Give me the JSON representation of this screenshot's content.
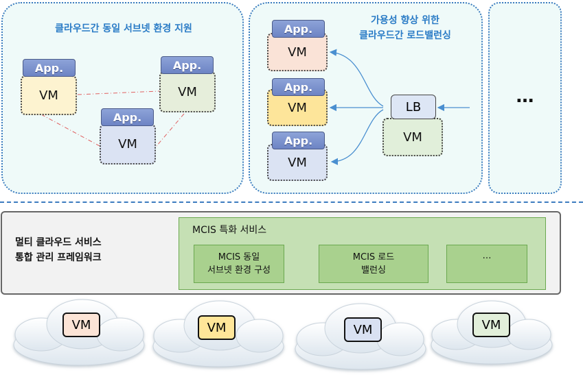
{
  "panel1": {
    "title": "클라우드간 동일 서브넷 환경 지원",
    "vms": [
      {
        "app": "App.",
        "vm": "VM",
        "color": "#fdf3d0"
      },
      {
        "app": "App.",
        "vm": "VM",
        "color": "#e6eedb"
      },
      {
        "app": "App.",
        "vm": "VM",
        "color": "#dbe3f3"
      }
    ]
  },
  "panel2": {
    "title_line1": "가용성 향상 위한",
    "title_line2": "클라우드간 로드밸런싱",
    "vms": [
      {
        "app": "App.",
        "vm": "VM",
        "color": "#fae3d7"
      },
      {
        "app": "App.",
        "vm": "VM",
        "color": "#fde59a"
      },
      {
        "app": "App.",
        "vm": "VM",
        "color": "#dbe3f3"
      }
    ],
    "lb": {
      "label": "LB",
      "vm": "VM",
      "vm_color": "#e1efda"
    }
  },
  "panel3": {
    "ellipsis": "…"
  },
  "framework": {
    "label_line1": "멀티 클라우드 서비스",
    "label_line2": "통합 관리 프레임워크",
    "mcis_title": "MCIS 특화 서비스",
    "services": [
      {
        "line1": "MCIS 동일",
        "line2": "서브넷 환경 구성"
      },
      {
        "line1": "MCIS 로드",
        "line2": "밸런싱"
      },
      {
        "line1": "…",
        "line2": ""
      }
    ]
  },
  "clouds": [
    {
      "vm": "VM",
      "color": "#fce4d6"
    },
    {
      "vm": "VM",
      "color": "#ffe699"
    },
    {
      "vm": "VM",
      "color": "#d9e1f2"
    },
    {
      "vm": "VM",
      "color": "#e2efda"
    }
  ],
  "colors": {
    "accent": "#2a7bc6",
    "panel_bg": "#effaf9",
    "dash_link": "#e06060",
    "arrow": "#4a8fd0"
  }
}
